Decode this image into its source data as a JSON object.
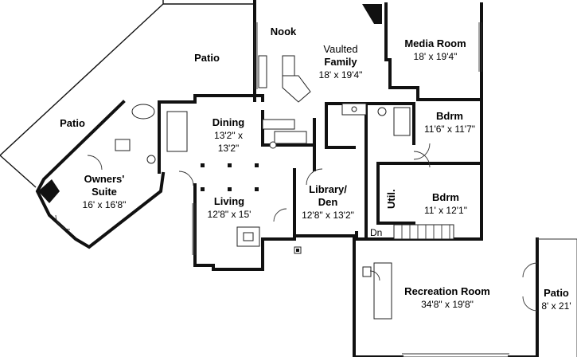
{
  "rooms": {
    "nook": {
      "name": "Nook"
    },
    "vaulted_family": {
      "name_line1": "Vaulted",
      "name_line2": "Family",
      "dims": "18' x 19'4\""
    },
    "media_room": {
      "name": "Media Room",
      "dims": "18' x 19'4\""
    },
    "patio_top": {
      "name": "Patio"
    },
    "patio_left": {
      "name": "Patio"
    },
    "dining": {
      "name": "Dining",
      "dims_line1": "13'2\" x",
      "dims_line2": "13'2\""
    },
    "bdrm_upper": {
      "name": "Bdrm",
      "dims": "11'6\" x 11'7\""
    },
    "owners_suite": {
      "name_line1": "Owners'",
      "name_line2": "Suite",
      "dims": "16' x 16'8\""
    },
    "library_den": {
      "name_line1": "Library/",
      "name_line2": "Den",
      "dims": "12'8\" x 13'2\""
    },
    "living": {
      "name": "Living",
      "dims": "12'8\" x 15'"
    },
    "util": {
      "name": "Util."
    },
    "bdrm_lower": {
      "name": "Bdrm",
      "dims": "11' x 12'1\""
    },
    "recreation_room": {
      "name": "Recreation Room",
      "dims": "34'8\" x 19'8\""
    },
    "patio_right": {
      "name": "Patio",
      "dims": "8' x 21'"
    }
  },
  "stair_note": "Dn"
}
